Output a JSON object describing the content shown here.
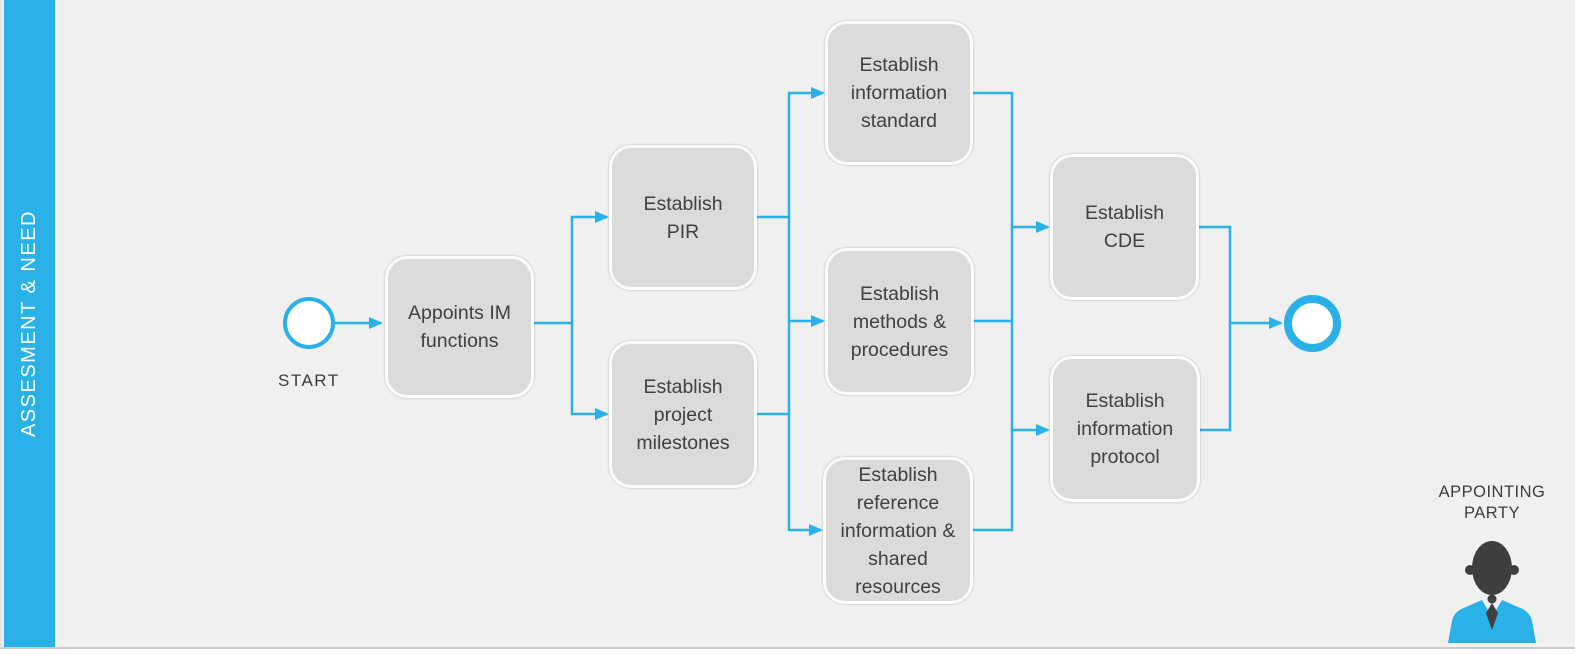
{
  "lane": {
    "label": "ASSESMENT & NEED"
  },
  "start_event": {
    "label": "START"
  },
  "tasks": [
    {
      "label": "Appoints IM\nfunctions"
    },
    {
      "label": "Establish\nPIR"
    },
    {
      "label": "Establish\nproject\nmilestones"
    },
    {
      "label": "Establish\ninformation\nstandard"
    },
    {
      "label": "Establish\nmethods &\nprocedures"
    },
    {
      "label": "Establish\nreference\ninformation &\nshared\nresources"
    },
    {
      "label": "Establish\nCDE"
    },
    {
      "label": "Establish\ninformation\nprotocol"
    }
  ],
  "actor": {
    "label": "APPOINTING\nPARTY"
  },
  "colors": {
    "accent": "#2AB1E8",
    "task_fill": "#DBDBDB",
    "task_text": "#414141",
    "canvas_background": "#F0F0F1",
    "person_dark": "#3F3F3F"
  }
}
